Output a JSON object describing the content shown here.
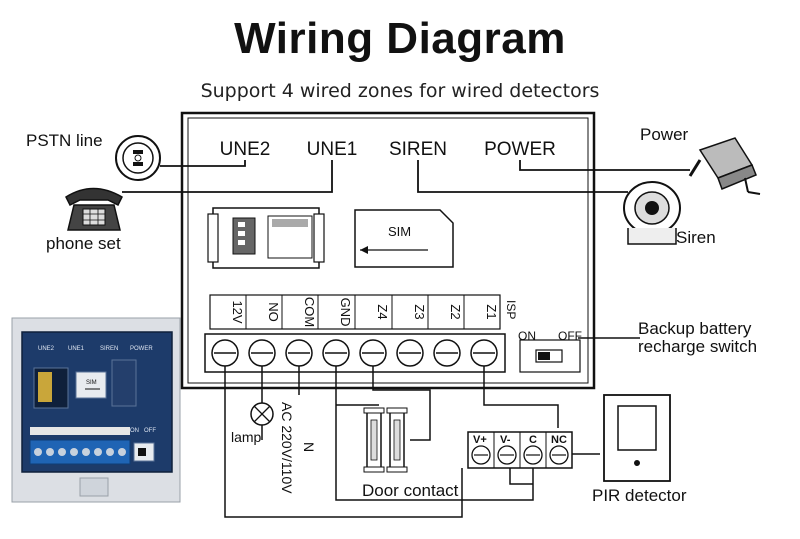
{
  "title": "Wiring Diagram",
  "subtitle": "Support 4 wired zones for wired detectors",
  "top_ports": [
    "UNE2",
    "UNE1",
    "SIREN",
    "POWER"
  ],
  "terminals": [
    "12V",
    "NO",
    "COM",
    "GND",
    "Z4",
    "Z3",
    "Z2",
    "Z1"
  ],
  "isp_label": "ISP",
  "sim_label": "SIM",
  "switch": {
    "on": "ON",
    "off": "OFF"
  },
  "labels": {
    "pstn": "PSTN line",
    "phone": "phone set",
    "power": "Power",
    "siren": "Siren",
    "backup_line1": "Backup battery",
    "backup_line2": "recharge switch",
    "lamp": "lamp",
    "ac": "AC 220V/110V",
    "n": "N",
    "door": "Door contact",
    "pir": "PIR detector"
  },
  "pir_terminals": [
    "V+",
    "V-",
    "C",
    "NC"
  ],
  "photo": {
    "top_ports": [
      "UNE2",
      "UNE1",
      "SIREN",
      "POWER"
    ],
    "sim": "SIM",
    "on": "ON",
    "off": "OFF"
  },
  "colors": {
    "line": "#111111",
    "board_stroke": "#111111",
    "photo_panel": "#1d3b6a",
    "photo_bg": "#dcdfe4",
    "terminal_blue": "#1f64b4"
  }
}
